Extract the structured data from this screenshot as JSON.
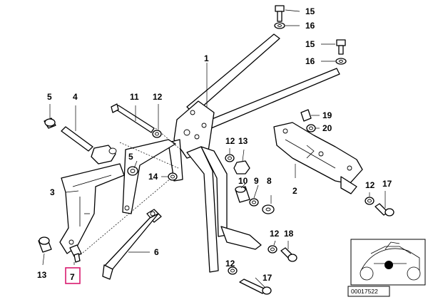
{
  "diagram": {
    "reference_number": "00017522",
    "highlight_color": "#d81b6f",
    "highlighted_callout": "7",
    "callouts": {
      "c1": "1",
      "c2": "2",
      "c3": "3",
      "c4": "4",
      "c5a": "5",
      "c5b": "5",
      "c6": "6",
      "c7": "7",
      "c8": "8",
      "c9": "9",
      "c10": "10",
      "c11": "11",
      "c12a": "12",
      "c12b": "12",
      "c12c": "12",
      "c12d": "12",
      "c13a": "13",
      "c13b": "13",
      "c14": "14",
      "c15a": "15",
      "c15b": "15",
      "c16a": "16",
      "c16b": "16",
      "c17a": "17",
      "c17b": "17",
      "c18": "18",
      "c19": "19",
      "c20": "20"
    }
  }
}
